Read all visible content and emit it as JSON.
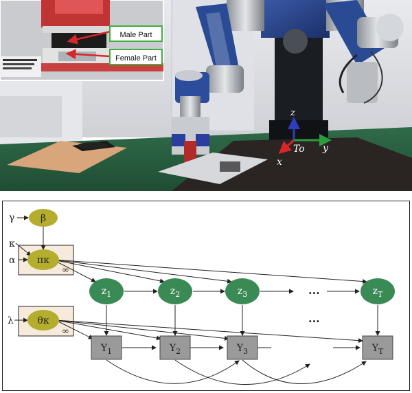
{
  "photo": {
    "callouts": {
      "male": "Male Part",
      "female": "Female Part"
    },
    "frame_axes": {
      "origin": "To",
      "x": "x",
      "y": "y",
      "z": "z"
    },
    "colors": {
      "callout_border": "#3fae3f",
      "arrow_red": "#d8262a",
      "axis_x": "#d8262a",
      "axis_y": "#2a9d3a",
      "axis_z": "#2b3fb8"
    }
  },
  "diagram": {
    "params": {
      "gamma": "γ",
      "beta": "β",
      "kappa": "κ",
      "alpha": "α",
      "pi": "πκ",
      "lambda": "λ",
      "theta": "θκ",
      "infinity": "∞"
    },
    "states": [
      {
        "base": "z",
        "sub": "1"
      },
      {
        "base": "z",
        "sub": "2"
      },
      {
        "base": "z",
        "sub": "3"
      },
      {
        "base": "z",
        "sub": "T"
      }
    ],
    "observations": [
      {
        "base": "Y",
        "sub": "1"
      },
      {
        "base": "Y",
        "sub": "2"
      },
      {
        "base": "Y",
        "sub": "3"
      },
      {
        "base": "Y",
        "sub": "T"
      }
    ],
    "ellipsis": "...",
    "colors": {
      "param_node": "#b5ad2e",
      "state_node": "#3a8a55",
      "obs_node": "#9a9a9a",
      "plate_fill": "#f6eadc",
      "edge": "#222222"
    }
  }
}
